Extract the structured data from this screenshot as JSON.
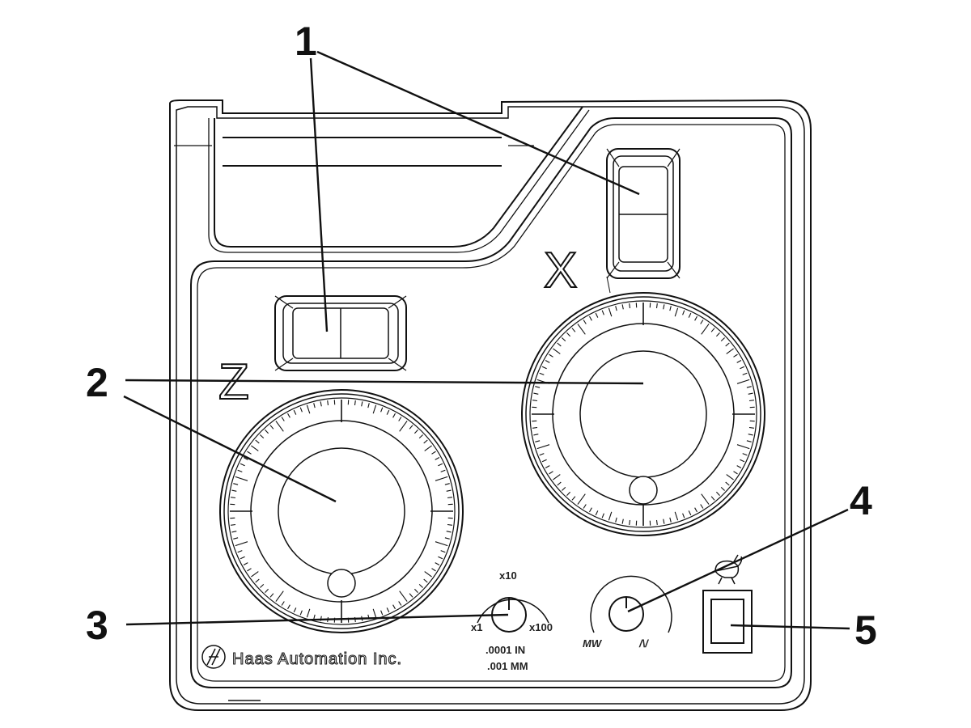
{
  "callouts": {
    "c1": "1",
    "c2": "2",
    "c3": "3",
    "c4": "4",
    "c5": "5"
  },
  "axes": {
    "x_label": "X",
    "z_label": "Z"
  },
  "brand": {
    "company": "Haas Automation Inc."
  },
  "increment_switch": {
    "x1": "x1",
    "x10": "x10",
    "x100": "x100",
    "units_in": ".0001 IN",
    "units_mm": ".001 MM"
  },
  "speed_knob": {
    "slow_glyph": "MW",
    "fast_glyph": "/\\/"
  },
  "icons": {
    "logo": "haas-logo-icon",
    "rabbit": "rabbit-icon"
  }
}
